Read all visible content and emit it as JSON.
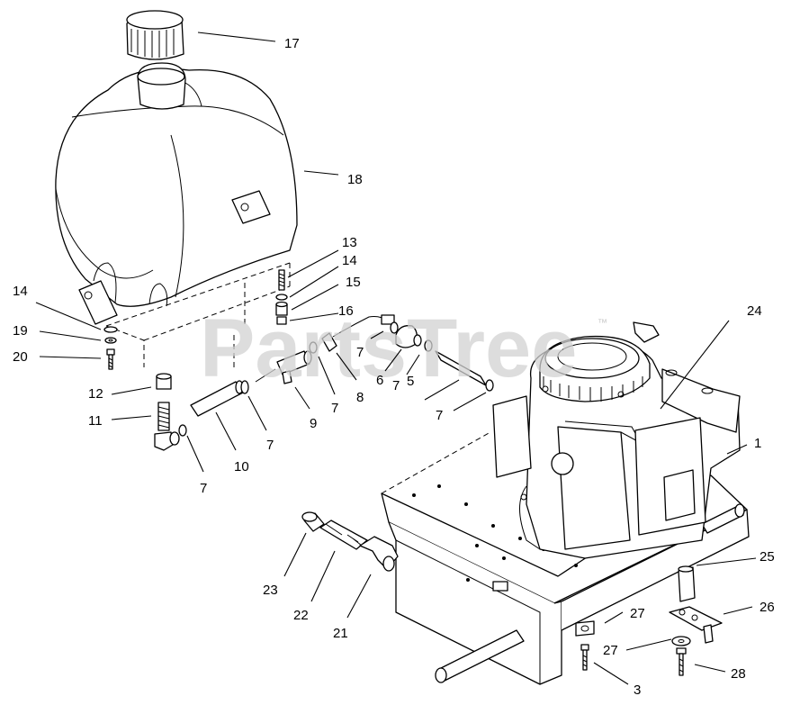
{
  "watermark": {
    "text": "PartsTree",
    "trademark": "™"
  },
  "callouts": [
    {
      "id": "c1",
      "text": "1"
    },
    {
      "id": "c3",
      "text": "3"
    },
    {
      "id": "c5",
      "text": "5"
    },
    {
      "id": "c6",
      "text": "6"
    },
    {
      "id": "c7a",
      "text": "7"
    },
    {
      "id": "c7b",
      "text": "7"
    },
    {
      "id": "c7c",
      "text": "7"
    },
    {
      "id": "c7d",
      "text": "7"
    },
    {
      "id": "c7e",
      "text": "7"
    },
    {
      "id": "c7f",
      "text": "7"
    },
    {
      "id": "c7g",
      "text": "7"
    },
    {
      "id": "c8",
      "text": "8"
    },
    {
      "id": "c9",
      "text": "9"
    },
    {
      "id": "c10",
      "text": "10"
    },
    {
      "id": "c11",
      "text": "11"
    },
    {
      "id": "c12",
      "text": "12"
    },
    {
      "id": "c13",
      "text": "13"
    },
    {
      "id": "c14a",
      "text": "14"
    },
    {
      "id": "c14b",
      "text": "14"
    },
    {
      "id": "c15",
      "text": "15"
    },
    {
      "id": "c16",
      "text": "16"
    },
    {
      "id": "c17",
      "text": "17"
    },
    {
      "id": "c18",
      "text": "18"
    },
    {
      "id": "c19",
      "text": "19"
    },
    {
      "id": "c20",
      "text": "20"
    },
    {
      "id": "c21",
      "text": "21"
    },
    {
      "id": "c22",
      "text": "22"
    },
    {
      "id": "c23",
      "text": "23"
    },
    {
      "id": "c24",
      "text": "24"
    },
    {
      "id": "c25",
      "text": "25"
    },
    {
      "id": "c26",
      "text": "26"
    },
    {
      "id": "c27a",
      "text": "27"
    },
    {
      "id": "c27b",
      "text": "27"
    },
    {
      "id": "c28",
      "text": "28"
    }
  ]
}
